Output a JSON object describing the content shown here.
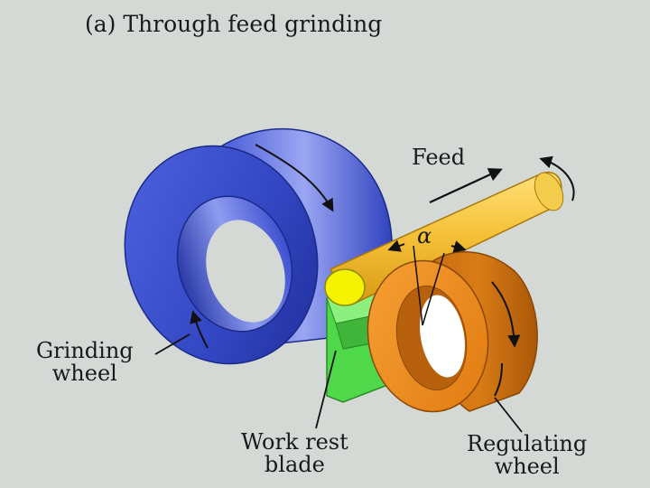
{
  "title": "(a) Through feed grinding",
  "labels": {
    "feed": "Feed",
    "alpha": "α",
    "grinding_wheel": [
      "Grinding",
      "wheel"
    ],
    "work_rest_blade": [
      "Work rest",
      "blade"
    ],
    "regulating_wheel": [
      "Regulating",
      "wheel"
    ]
  },
  "colors": {
    "background": "#d4d9d6",
    "grinding_wheel": "#3a4ec8",
    "grinding_wheel_dark": "#1d2b8a",
    "workpiece": "#f5c338",
    "workpiece_end": "#f4f200",
    "work_rest": "#4fd84a",
    "regulating_wheel": "#f08a1a",
    "regulating_wheel_dark": "#b8610d"
  }
}
